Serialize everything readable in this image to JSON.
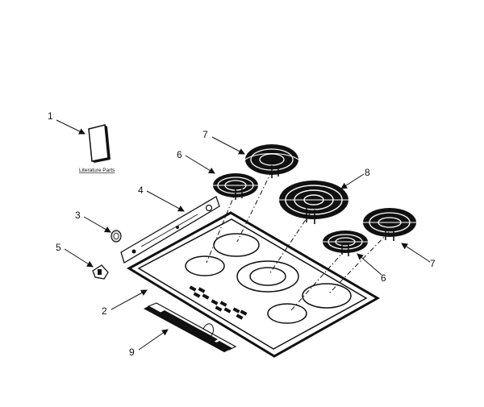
{
  "diagram": {
    "callouts": {
      "c1": "1",
      "c2": "2",
      "c3": "3",
      "c4": "4",
      "c5": "5",
      "c6a": "6",
      "c6b": "6",
      "c7a": "7",
      "c7b": "7",
      "c8": "8",
      "c9": "9"
    },
    "literature_label": "Literature Parts"
  }
}
